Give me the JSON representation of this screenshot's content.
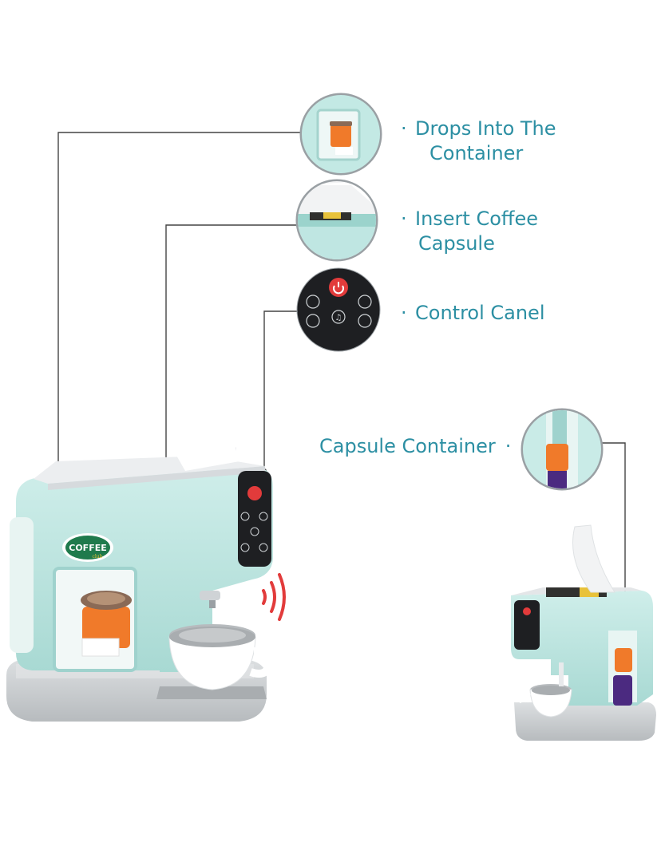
{
  "callouts": {
    "drops": {
      "line1": "Drops Into The",
      "line2": "Container",
      "bullet": "·"
    },
    "insert": {
      "line1": "Insert Coffee",
      "line2": "Capsule",
      "bullet": "·"
    },
    "control": {
      "line1": "Control Canel",
      "bullet": "·"
    },
    "capsule_container": {
      "text": "Capsule Container",
      "bullet": "·"
    }
  },
  "product": {
    "logo_text": "COFFEE",
    "logo_sub": "club"
  },
  "colors": {
    "label": "#2c8fa3",
    "body_mint": "#bfe6e2",
    "body_shadow": "#9fd2cd",
    "base_gray": "#c9ccce",
    "panel_black": "#1e1f22",
    "power_red": "#e23b3b",
    "capsule_orange": "#f07a2a",
    "capsule_purple": "#4b2a80",
    "sound_red": "#e23b3b"
  },
  "icons": [
    "power-icon",
    "cup-icon",
    "coffee-bean-icon",
    "music-note-icon",
    "mug-icon",
    "drop-icon",
    "sound-waves-icon"
  ]
}
